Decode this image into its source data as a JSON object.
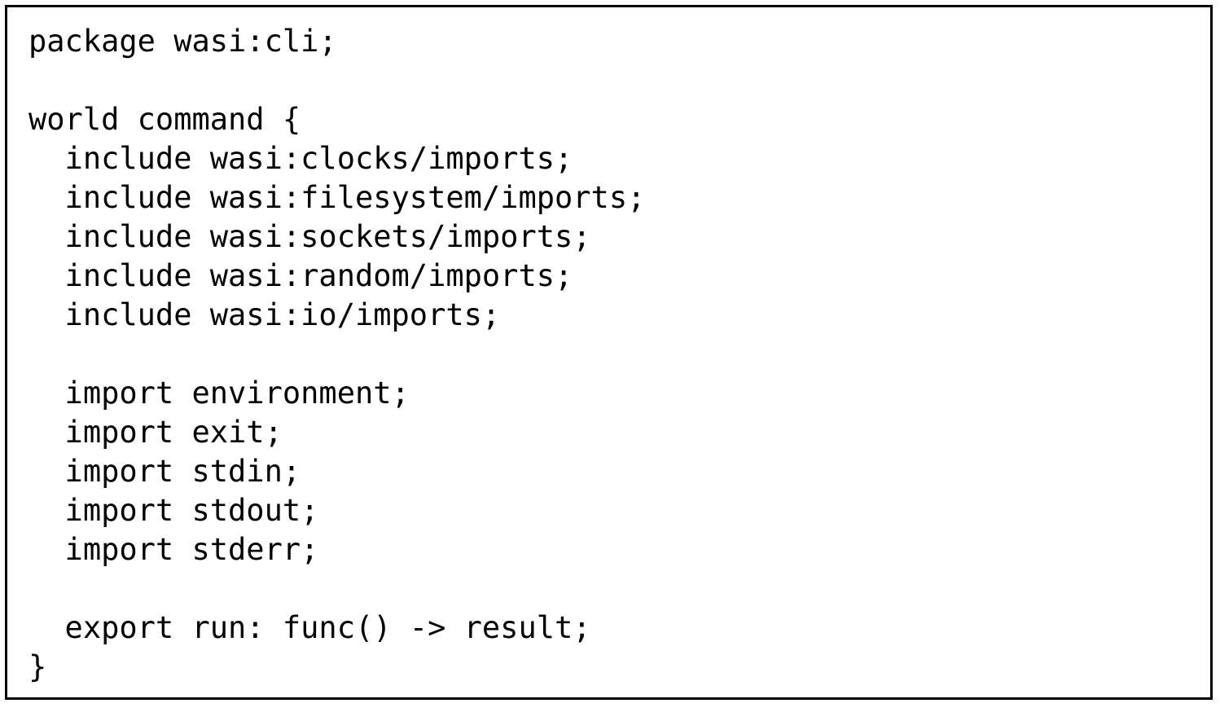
{
  "figure": {
    "kind": "code-listing",
    "language": "wit",
    "border_color": "#000000",
    "background_color": "#ffffff",
    "text_color": "#000000"
  },
  "code": {
    "lines": [
      "package wasi:cli;",
      "",
      "world command {",
      "  include wasi:clocks/imports;",
      "  include wasi:filesystem/imports;",
      "  include wasi:sockets/imports;",
      "  include wasi:random/imports;",
      "  include wasi:io/imports;",
      "",
      "  import environment;",
      "  import exit;",
      "  import stdin;",
      "  import stdout;",
      "  import stderr;",
      "",
      "  export run: func() -> result;",
      "}"
    ]
  }
}
